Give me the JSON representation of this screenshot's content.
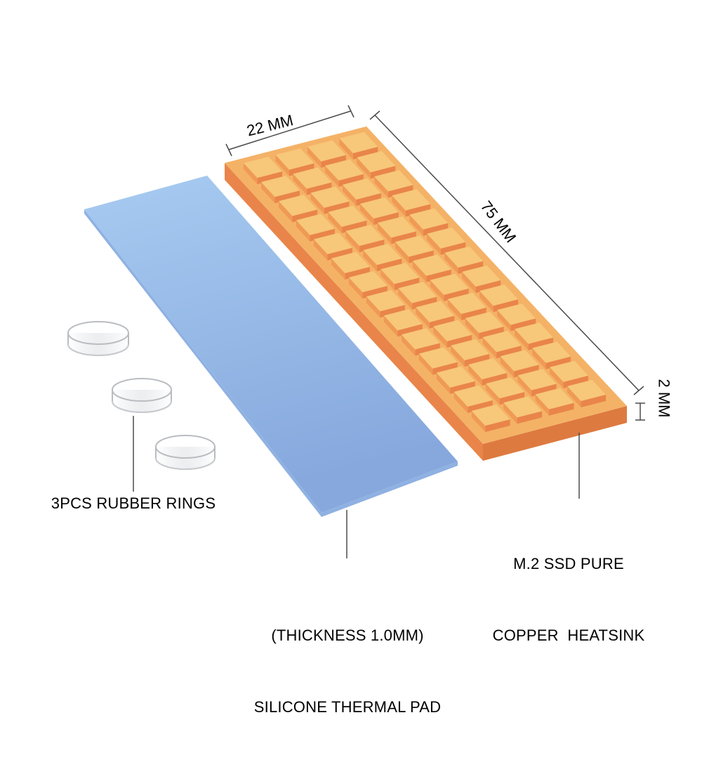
{
  "colors": {
    "text": "#222222",
    "line": "#4a4a4a",
    "pad_top_light": "#a7cbf1",
    "pad_top_dark": "#86a8dd",
    "pad_edge": "#9bbdea",
    "copper_base": "#f4b266",
    "copper_fin": "#f7c77a",
    "copper_side": "#e9854a",
    "ring_stroke": "#b9bcc0"
  },
  "labels": {
    "rings": "3PCS RUBBER RINGS",
    "heatsink_line1": "M.2 SSD PURE",
    "heatsink_line2": "COPPER  HEATSINK",
    "pad_line1": "(THICKNESS 1.0MM)",
    "pad_line2": "SILICONE THERMAL PAD"
  },
  "dimensions": {
    "width": "22 MM",
    "length": "75 MM",
    "height": "2 MM"
  },
  "heatsink_grid": {
    "columns": 4,
    "rows": 14
  },
  "rings_count": 3
}
